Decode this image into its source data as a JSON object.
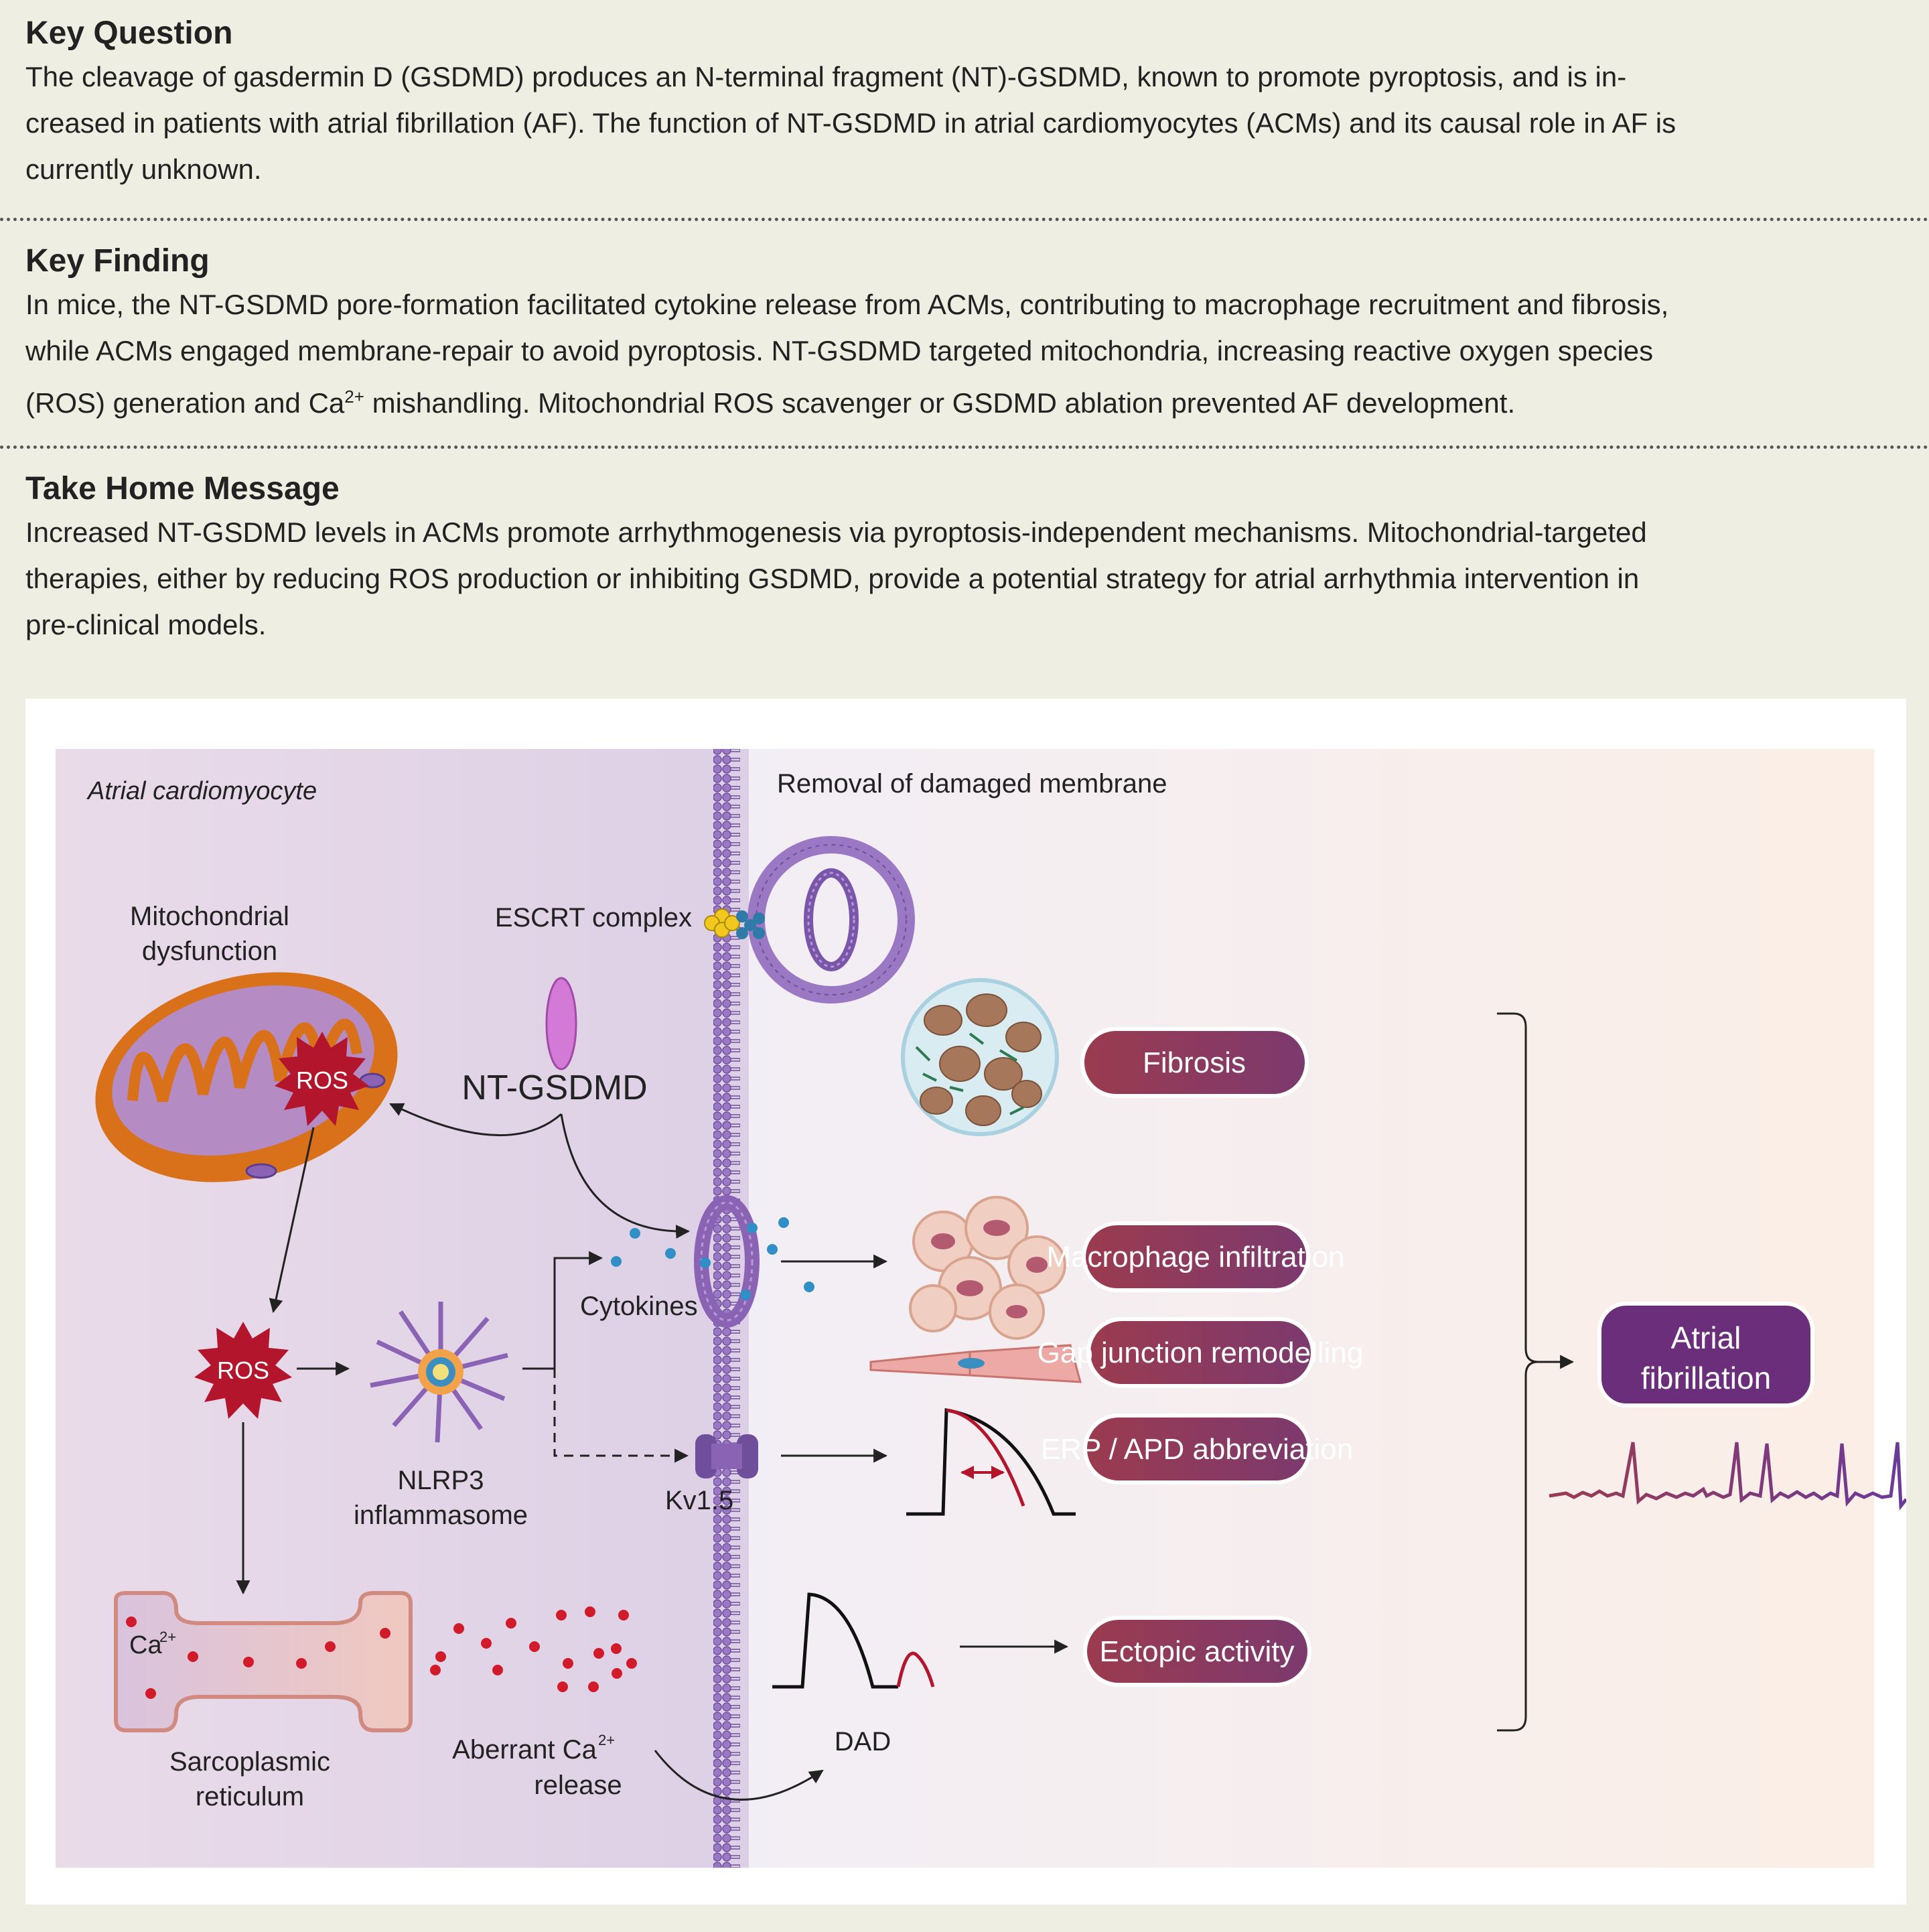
{
  "sections": {
    "key_question": {
      "title": "Key Question",
      "lines": [
        "The cleavage of gasdermin D (GSDMD) produces an N-terminal fragment (NT)-GSDMD, known to promote pyroptosis, and is in-",
        "creased in patients with atrial fibrillation (AF). The function of NT-GSDMD in atrial cardiomyocytes (ACMs) and its causal role in AF is",
        "currently unknown."
      ]
    },
    "key_finding": {
      "title": "Key Finding",
      "lines": [
        "In mice, the NT-GSDMD pore-formation facilitated cytokine release from ACMs, contributing to macrophage recruitment and fibrosis,",
        "while ACMs engaged membrane-repair to avoid pyroptosis. NT-GSDMD targeted mitochondria, increasing reactive oxygen species"
      ],
      "line3_pre": "(ROS) generation and Ca",
      "line3_sup": "2+",
      "line3_post": " mishandling. Mitochondrial ROS scavenger or GSDMD ablation prevented AF development."
    },
    "take_home": {
      "title": "Take Home Message",
      "lines": [
        "Increased NT-GSDMD levels in ACMs promote arrhythmogenesis via pyroptosis-independent mechanisms. Mitochondrial-targeted",
        "therapies, either by reducing ROS production or inhibiting GSDMD, provide a potential strategy for atrial arrhythmia intervention in",
        "pre-clinical models."
      ]
    }
  },
  "figure": {
    "cell_label": "Atrial cardiomyocyte",
    "removal_label": "Removal of damaged membrane",
    "escrt_label": "ESCRT complex",
    "mito_label_1": "Mitochondrial",
    "mito_label_2": "dysfunction",
    "ros_label": "ROS",
    "ntgsdmd_label": "NT-GSDMD",
    "cytokines_label": "Cytokines",
    "nlrp3_label_1": "NLRP3",
    "nlrp3_label_2": "inflammasome",
    "kv_label": "Kv1.5",
    "ca_label": "Ca",
    "ca_sup": "2+",
    "sr_label_1": "Sarcoplasmic",
    "sr_label_2": "reticulum",
    "aberrant_1": "Aberrant Ca",
    "aberrant_sup": "2+",
    "aberrant_2": "release",
    "dad_label": "DAD",
    "outcomes": {
      "fibrosis": "Fibrosis",
      "macrophage": "Macrophage infiltration",
      "gap_junction": "Gap junction remodelling",
      "erp_apd": "ERP / APD abbreviation",
      "ectopic": "Ectopic activity"
    },
    "af_label_1": "Atrial",
    "af_label_2": "fibrillation",
    "colors": {
      "outcome_box": "#8c3a5a",
      "af_box": "#6a2e7a",
      "membrane": "#8a63b5",
      "ros": "#b3152c",
      "mito_outer": "#d9701a"
    }
  }
}
